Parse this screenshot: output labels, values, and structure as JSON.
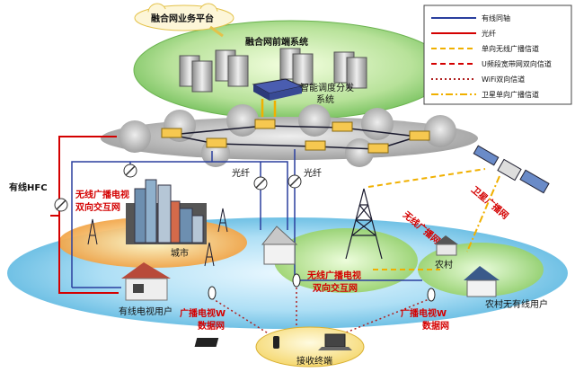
{
  "labels": {
    "platform": "融合网业务平台",
    "frontend": "融合网前端系统",
    "dispatch_line1": "智能调度分发",
    "dispatch_line2": "系统",
    "hfc": "有线HFC",
    "fiber1": "光纤",
    "fiber2": "光纤",
    "city": "城市",
    "city_net_line1": "无线广播电视",
    "city_net_line2": "双向交互网",
    "cable_user": "有线电视用户",
    "data_net1_line1": "广播电视W",
    "data_net1_line2": "数据网",
    "center_net_line1": "无线广播电视",
    "center_net_line2": "双向交互网",
    "wireless_bcast": "无线广播网",
    "satellite_bcast": "卫星广播网",
    "village": "农村",
    "data_net2_line1": "广播电视W",
    "data_net2_line2": "数据网",
    "rural_user": "农村无有线用户",
    "terminal": "接收终端"
  },
  "legend": [
    {
      "text": "有线同轴",
      "color": "#2a3f9e",
      "style": "solid"
    },
    {
      "text": "光纤",
      "color": "#d40000",
      "style": "solid"
    },
    {
      "text": "单向无线广播信道",
      "color": "#f0b000",
      "style": "dashed"
    },
    {
      "text": "U频段宽带网双向信道",
      "color": "#d40000",
      "style": "dashed"
    },
    {
      "text": "WiFi双向信道",
      "color": "#b02020",
      "style": "dotted"
    },
    {
      "text": "卫星单向广播信道",
      "color": "#f0b000",
      "style": "dashdot"
    }
  ],
  "colors": {
    "coax": "#2a3f9e",
    "fiber": "#d40000",
    "wireless": "#f0b000",
    "label_red": "#d40000"
  }
}
